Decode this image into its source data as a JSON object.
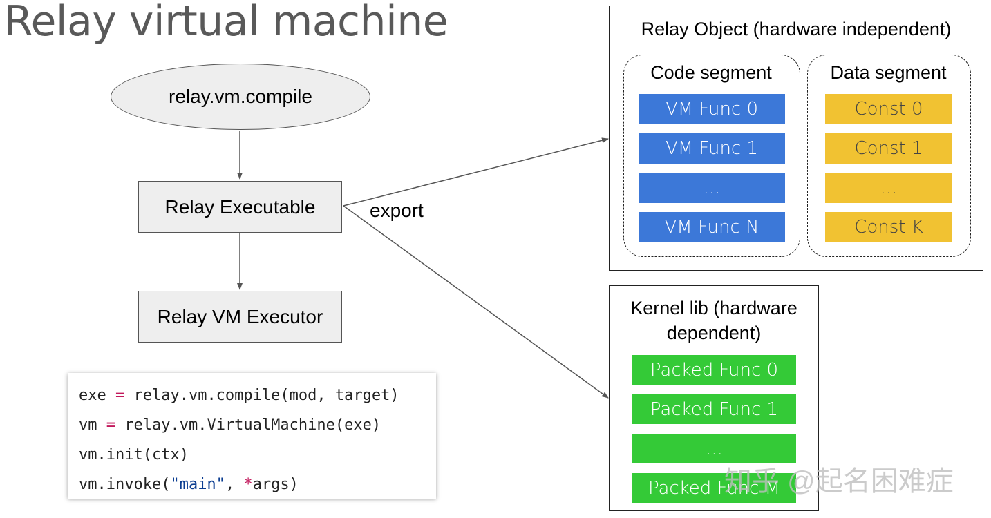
{
  "title": "Relay virtual machine",
  "nodes": {
    "compile": "relay.vm.compile",
    "executable": "Relay Executable",
    "executor": "Relay VM Executor"
  },
  "edge_label": "export",
  "relay_object": {
    "title": "Relay Object (hardware independent)",
    "code_segment": {
      "title": "Code segment",
      "items": [
        "VM Func 0",
        "VM Func 1",
        "...",
        "VM Func N"
      ],
      "color": "#3c78d8"
    },
    "data_segment": {
      "title": "Data segment",
      "items": [
        "Const 0",
        "Const 1",
        "...",
        "Const K"
      ],
      "color": "#f1c232"
    }
  },
  "kernel_lib": {
    "title_line1": "Kernel lib (hardware",
    "title_line2": "dependent)",
    "items": [
      "Packed Func 0",
      "Packed Func 1",
      "...",
      "Packed Func M"
    ],
    "color": "#34ca37"
  },
  "code_snippet": {
    "lines": [
      "exe = relay.vm.compile(mod, target)",
      "vm = relay.vm.VirtualMachine(exe)",
      "vm.init(ctx)",
      "vm.invoke(\"main\", *args)"
    ]
  },
  "watermark": "知乎 @起名困难症"
}
